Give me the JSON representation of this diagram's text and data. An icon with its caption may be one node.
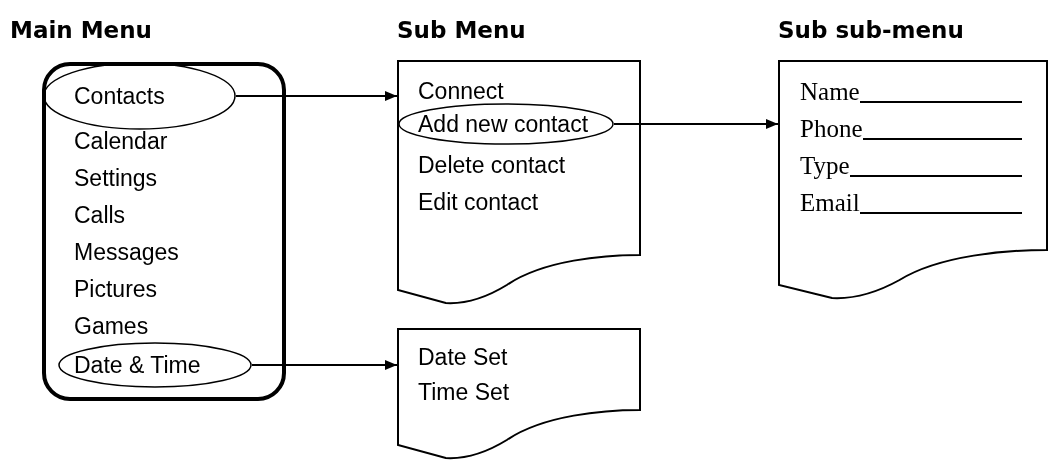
{
  "diagram": {
    "nodes": [
      {
        "text": [
          "Main Menu",
          "Calendar",
          "Settings",
          "Calls",
          "Messages",
          "Pictures",
          "Games"
        ]
      },
      {
        "text": [
          "Contacts"
        ],
        "in": 0
      },
      {
        "text": [
          "Date & Time"
        ],
        "in": 0
      },
      {
        "text": [
          "Sub Menu",
          "Connect",
          "Delete contact",
          "Edit contact"
        ]
      },
      {
        "text": [
          "Add new contact"
        ],
        "in": 3
      },
      {
        "text": [
          "Date Set",
          "Time Set"
        ]
      },
      {
        "text": [
          "Sub sub-menu",
          "Name",
          "Phone",
          "Type",
          "Email"
        ]
      }
    ],
    "edges": [
      {
        "from": 1,
        "to": 3,
        "arrow": "to"
      },
      {
        "from": 4,
        "to": 6,
        "arrow": "to"
      },
      {
        "from": 2,
        "to": 5,
        "arrow": "to"
      }
    ]
  }
}
